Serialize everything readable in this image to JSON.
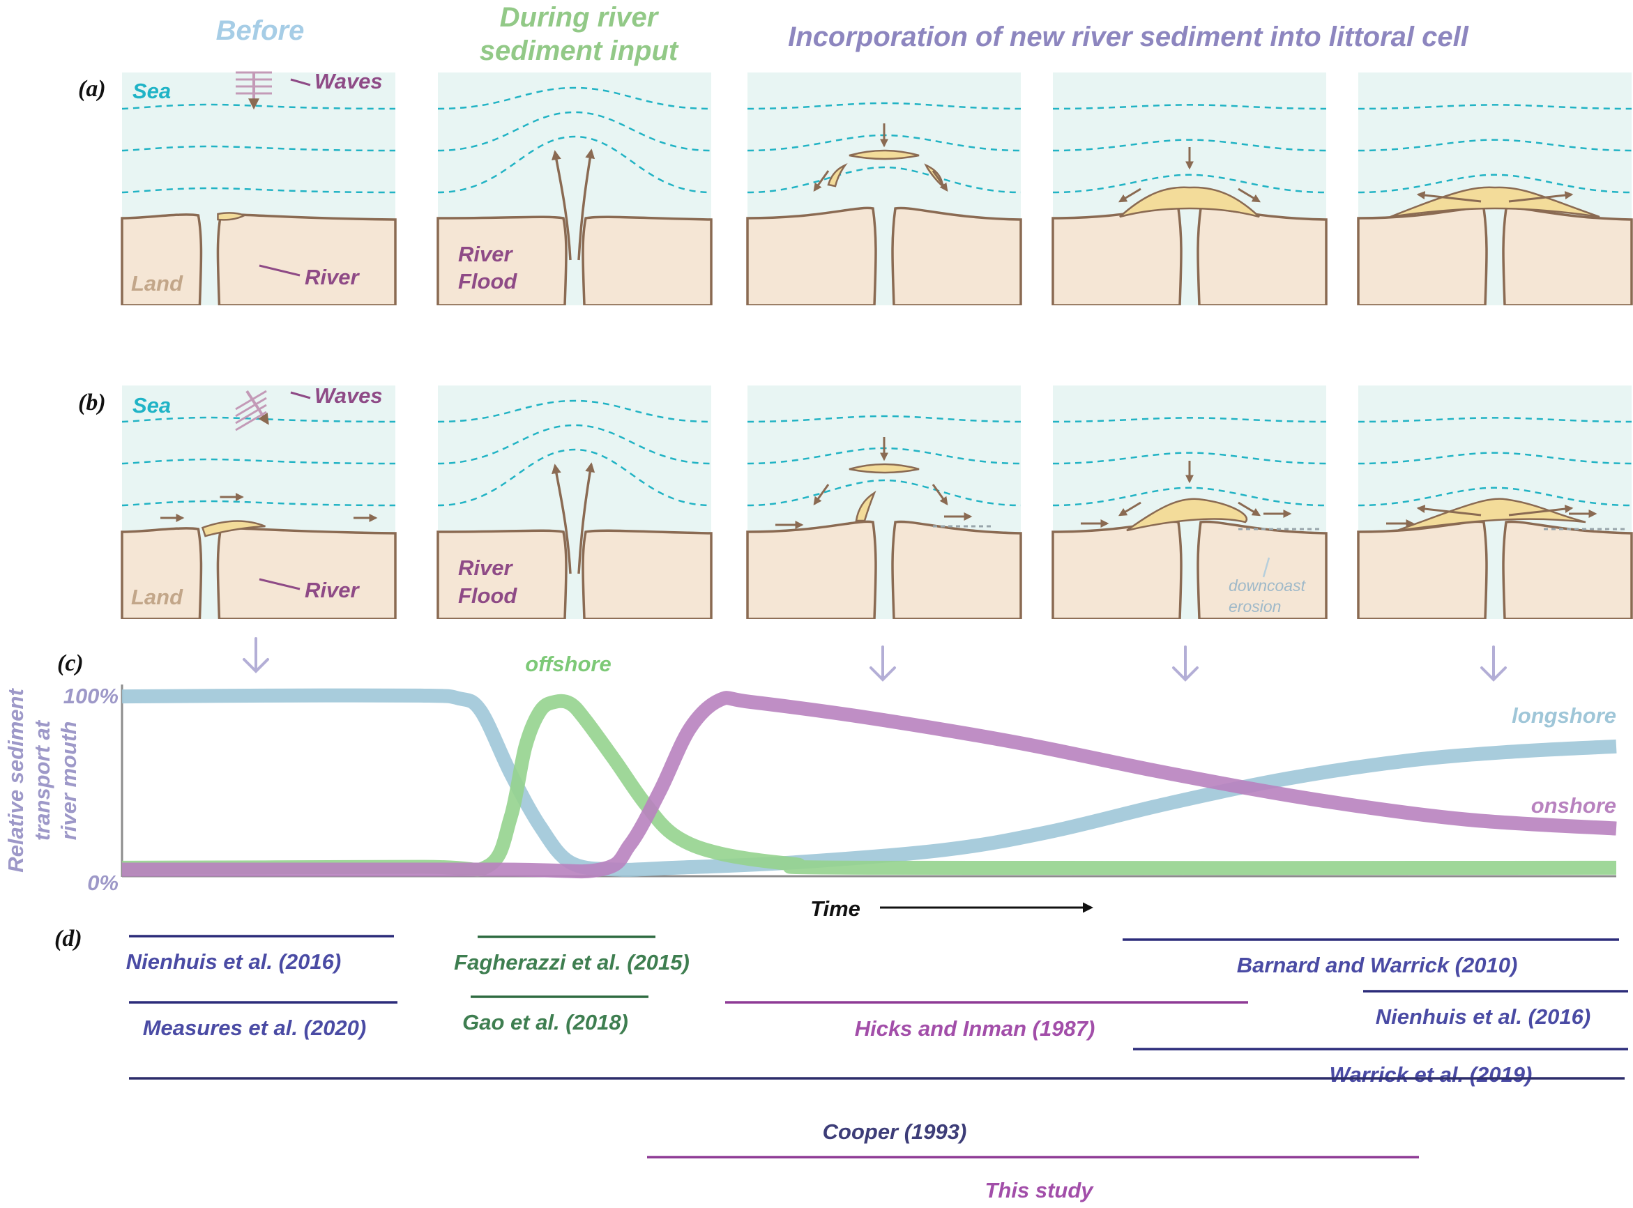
{
  "headers": {
    "before": "Before",
    "during_line1": "During river",
    "during_line2": "sediment input",
    "incorporation": "Incorporation of new river sediment into littoral cell"
  },
  "panel_labels": {
    "a": "(a)",
    "b": "(b)",
    "c": "(c)",
    "d": "(d)"
  },
  "scene_labels": {
    "sea": "Sea",
    "waves": "Waves",
    "land": "Land",
    "river": "River",
    "river_flood_1": "River",
    "river_flood_2": "Flood",
    "downcoast_1": "downcoast",
    "downcoast_2": "erosion"
  },
  "chart_data": {
    "type": "line",
    "ylabel_lines": [
      "Relative sediment",
      "transport at",
      "river mouth"
    ],
    "xlabel": "Time",
    "yticks": [
      "100%",
      "0%"
    ],
    "ylim": [
      0,
      100
    ],
    "xlim": [
      0,
      100
    ],
    "series": [
      {
        "name": "longshore",
        "color": "#9fc6d8",
        "points": [
          [
            0,
            98
          ],
          [
            10,
            98.5
          ],
          [
            20,
            98.5
          ],
          [
            22.5,
            97
          ],
          [
            24,
            90
          ],
          [
            26,
            55
          ],
          [
            28,
            25
          ],
          [
            30,
            5
          ],
          [
            33,
            1
          ],
          [
            37,
            2
          ],
          [
            45,
            5
          ],
          [
            55,
            12
          ],
          [
            62,
            22
          ],
          [
            70,
            38
          ],
          [
            78,
            52
          ],
          [
            86,
            62
          ],
          [
            93,
            67
          ],
          [
            100,
            70
          ]
        ]
      },
      {
        "name": "offshore",
        "color": "#95d38e",
        "points": [
          [
            0,
            2
          ],
          [
            20,
            2.5
          ],
          [
            24.5,
            3
          ],
          [
            26,
            30
          ],
          [
            27,
            70
          ],
          [
            28,
            90
          ],
          [
            29,
            95
          ],
          [
            30,
            94
          ],
          [
            31,
            85
          ],
          [
            33,
            62
          ],
          [
            35,
            38
          ],
          [
            37,
            20
          ],
          [
            40,
            10
          ],
          [
            45,
            4
          ],
          [
            50,
            2
          ],
          [
            100,
            2
          ]
        ]
      },
      {
        "name": "onshore",
        "color": "#b882bf",
        "points": [
          [
            0,
            1
          ],
          [
            25,
            1
          ],
          [
            32,
            1
          ],
          [
            34,
            15
          ],
          [
            36,
            45
          ],
          [
            38,
            80
          ],
          [
            40,
            96
          ],
          [
            42,
            95
          ],
          [
            50,
            86
          ],
          [
            60,
            72
          ],
          [
            70,
            55
          ],
          [
            80,
            40
          ],
          [
            90,
            29
          ],
          [
            100,
            24
          ]
        ]
      }
    ],
    "series_labels": {
      "longshore": "longshore",
      "offshore": "offshore",
      "onshore": "onshore"
    }
  },
  "references": [
    {
      "label": "Nienhuis et al. (2016)",
      "color": "#4a4ba4",
      "line": "#2c2c7a"
    },
    {
      "label": "Measures et al. (2020)",
      "color": "#4a4ba4",
      "line": "#2c2c7a"
    },
    {
      "label": "Fagherazzi et al. (2015)",
      "color": "#3e7e50",
      "line": "#2f6b41"
    },
    {
      "label": "Gao et al. (2018)",
      "color": "#3e7e50",
      "line": "#2f6b41"
    },
    {
      "label": "Hicks and Inman (1987)",
      "color": "#a24ea9",
      "line": "#8e3a95"
    },
    {
      "label": "Barnard and Warrick (2010)",
      "color": "#4a4ba4",
      "line": "#2c2c7a"
    },
    {
      "label": "Nienhuis et al. (2016)",
      "color": "#4a4ba4",
      "line": "#2c2c7a"
    },
    {
      "label": "Warrick et al. (2019)",
      "color": "#4a4ba4",
      "line": "#2c2c7a"
    },
    {
      "label": "Cooper (1993)",
      "color": "#3d3d78",
      "line": "#2c2c6a"
    },
    {
      "label": "This study",
      "color": "#a24ea9",
      "line": "#8e3a95"
    }
  ]
}
